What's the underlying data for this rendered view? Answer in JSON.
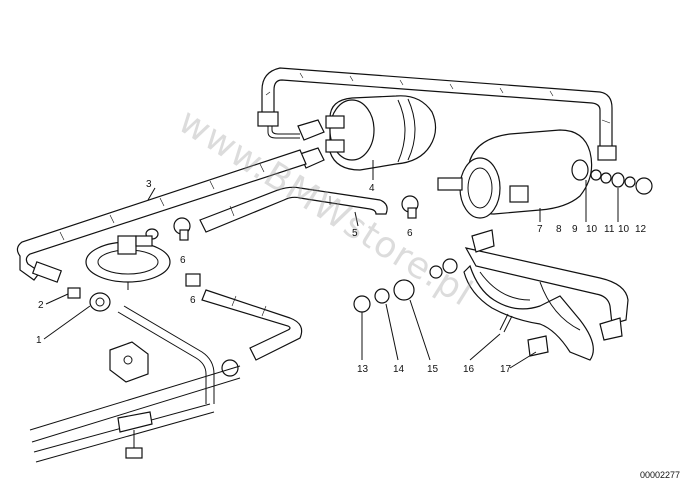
{
  "diagram": {
    "watermark": "www.BMWstore.pl",
    "diagram_id": "00002277",
    "part_labels": [
      "1",
      "2",
      "3",
      "4",
      "5",
      "6",
      "6",
      "6",
      "7",
      "8",
      "9",
      "10",
      "11",
      "10",
      "12",
      "13",
      "14",
      "15",
      "16",
      "17"
    ]
  }
}
